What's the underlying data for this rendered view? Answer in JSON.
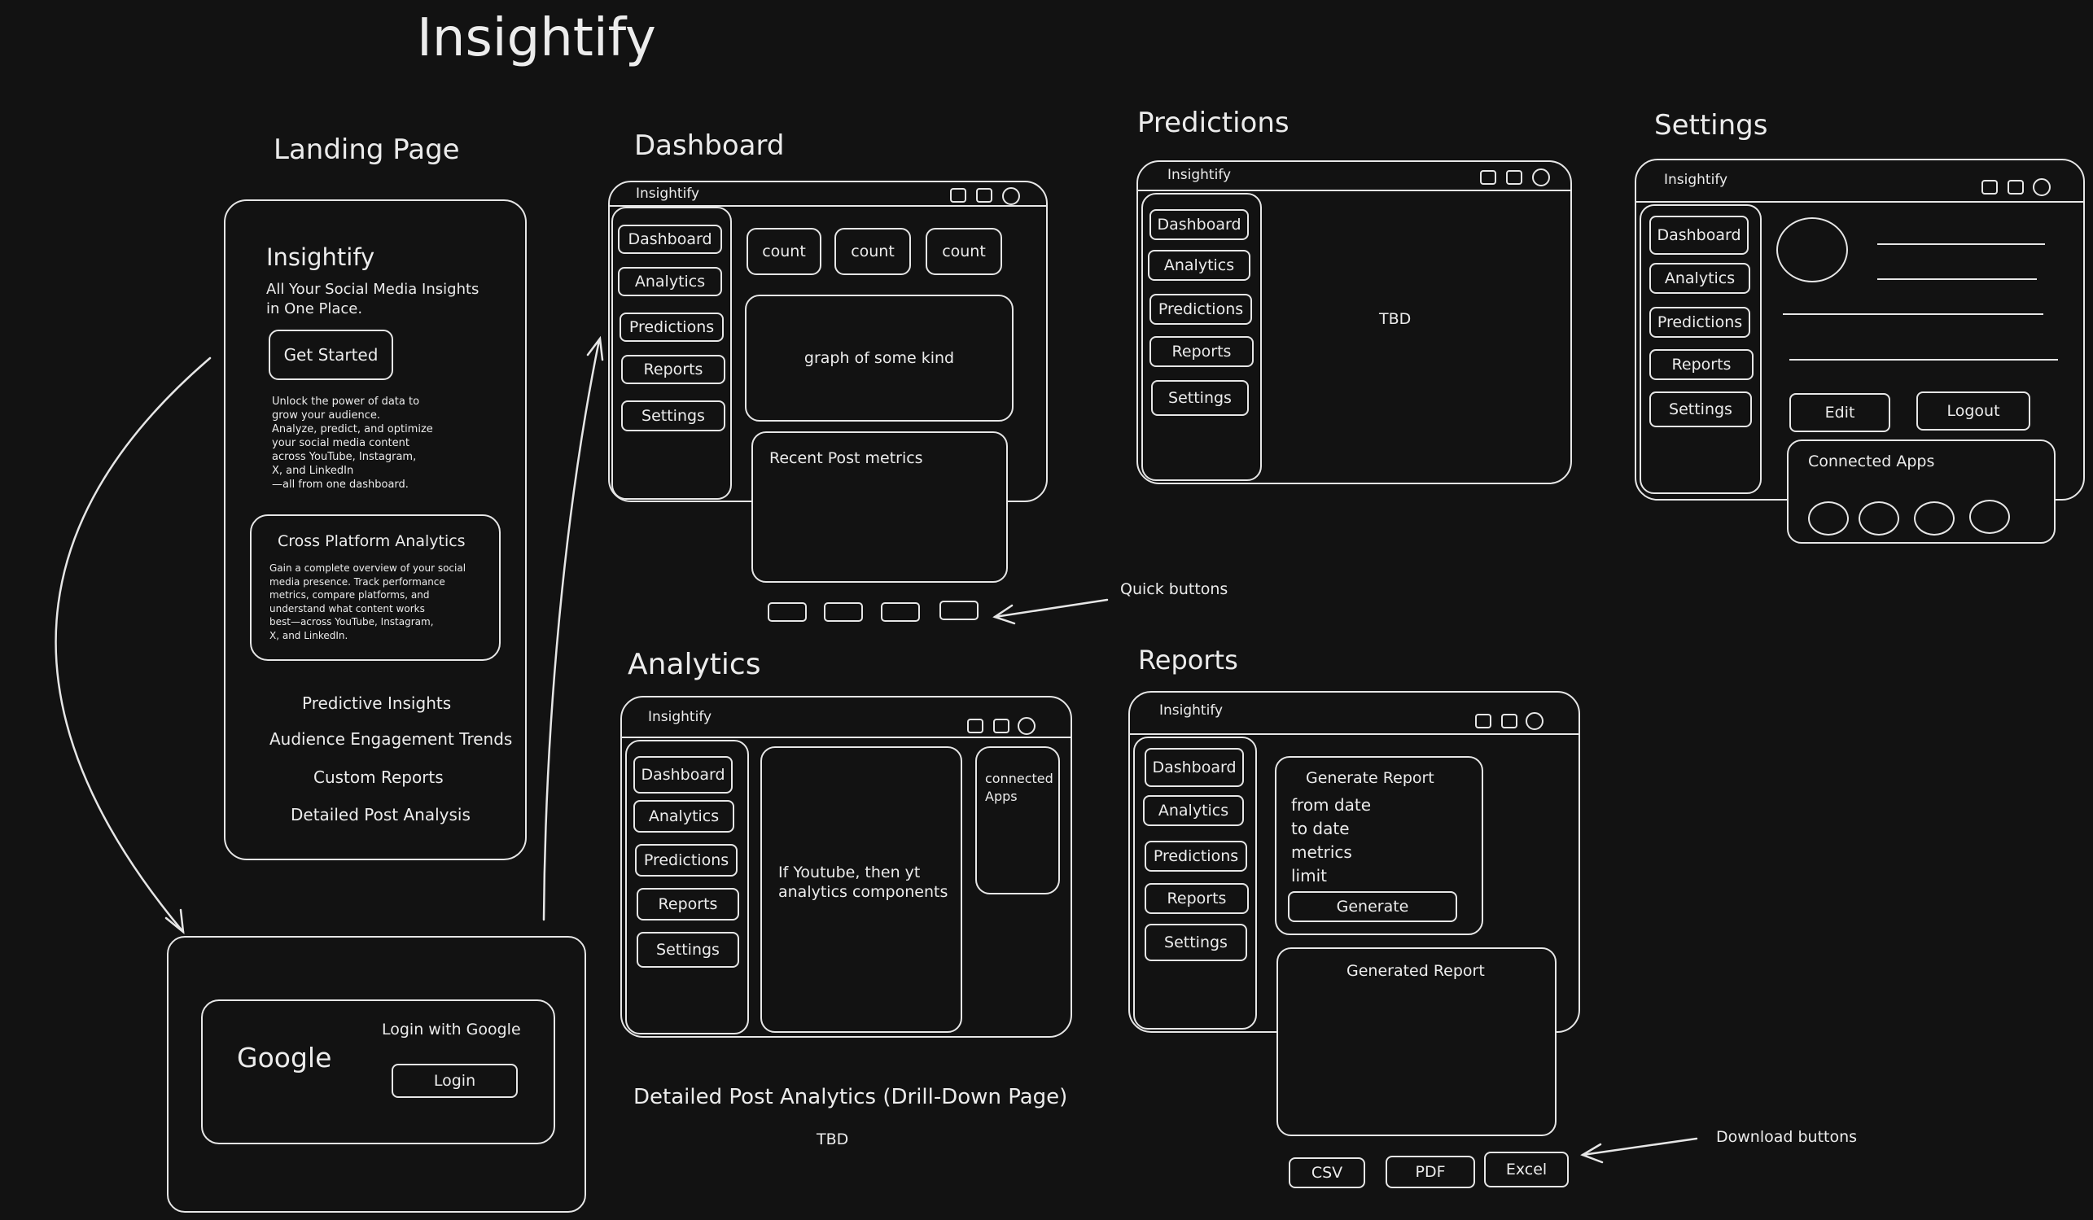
{
  "app_title": "Insightify",
  "landing": {
    "heading": "Landing Page",
    "brand": "Insightify",
    "tagline_1": "All Your Social Media Insights",
    "tagline_2": "in One Place.",
    "get_started": "Get Started",
    "blurb": [
      "Unlock the power of data to",
      "grow your audience.",
      "Analyze, predict, and optimize",
      "your social media content",
      "across YouTube, Instagram,",
      "X, and LinkedIn",
      "—all from one dashboard."
    ],
    "card_title": "Cross Platform Analytics",
    "card_text": [
      "Gain a complete overview of your social",
      "media presence. Track performance",
      "metrics, compare platforms, and",
      "understand what content works",
      "best—across YouTube, Instagram,",
      "X, and LinkedIn."
    ],
    "features": [
      "Predictive Insights",
      "Audience Engagement Trends",
      "Custom Reports",
      "Detailed Post Analysis"
    ]
  },
  "login": {
    "google": "Google",
    "title": "Login with Google",
    "button": "Login"
  },
  "nav": [
    "Dashboard",
    "Analytics",
    "Predictions",
    "Reports",
    "Settings"
  ],
  "window_title": "Insightify",
  "dashboard": {
    "heading": "Dashboard",
    "counts": [
      "count",
      "count",
      "count"
    ],
    "graph": "graph of some kind",
    "recent": "Recent Post metrics",
    "quick_label": "Quick buttons"
  },
  "predictions": {
    "heading": "Predictions",
    "content": "TBD"
  },
  "settings": {
    "heading": "Settings",
    "edit": "Edit",
    "logout": "Logout",
    "connected": "Connected Apps"
  },
  "analytics": {
    "heading": "Analytics",
    "main_1": "If Youtube, then yt",
    "main_2": "analytics components",
    "side_1": "connected",
    "side_2": "Apps"
  },
  "reports": {
    "heading": "Reports",
    "gen_title": "Generate Report",
    "fields": [
      "from date",
      "to date",
      "metrics",
      "limit"
    ],
    "generate": "Generate",
    "generated": "Generated Report",
    "downloads": [
      "CSV",
      "PDF",
      "Excel"
    ],
    "download_label": "Download buttons"
  },
  "drilldown": {
    "heading": "Detailed Post Analytics (Drill-Down Page)",
    "content": "TBD"
  }
}
